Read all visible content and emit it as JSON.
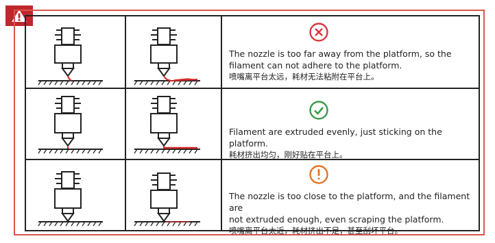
{
  "badge": {
    "icon": "warning-triangle-icon",
    "color": "#c0272d"
  },
  "rows": [
    {
      "status_icon": "x-circle-icon",
      "status_color": "#d9363e",
      "en_line1": "The nozzle is too far away from the platform, so the",
      "en_line2": "filament can not adhere to the platform.",
      "zh": "喷嘴离平台太远，耗材无法粘附在平台上。"
    },
    {
      "status_icon": "check-circle-icon",
      "status_color": "#3a9a46",
      "en_line1": "Filament are extruded evenly, just sticking on the platform.",
      "zh": "耗材挤出均匀，刚好贴在平台上。"
    },
    {
      "status_icon": "exclamation-circle-icon",
      "status_color": "#e57323",
      "en_line1": "The nozzle is too close to the platform, and the filament are",
      "en_line2": "not extruded enough, even scraping the platform.",
      "zh": "喷嘴离平台太近，耗材挤出不足，甚至刮坏平台。"
    }
  ]
}
